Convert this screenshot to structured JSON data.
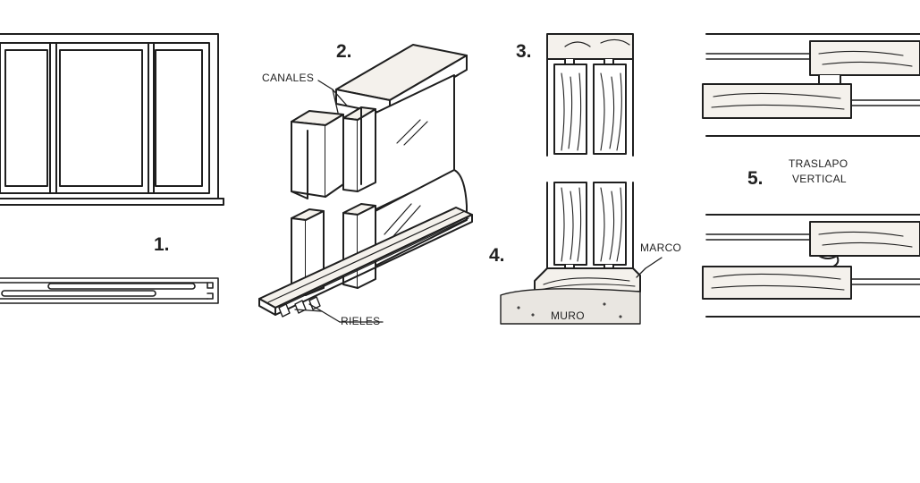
{
  "figures": {
    "f1": {
      "number": "1."
    },
    "f2": {
      "number": "2.",
      "label_canales": "CANALES",
      "label_rieles": "RIELES"
    },
    "f3": {
      "number": "3."
    },
    "f4": {
      "number": "4.",
      "label_marco": "MARCO",
      "label_muro": "MURO"
    },
    "f5": {
      "number": "5.",
      "label_line1": "TRASLAPO",
      "label_line2": "VERTICAL"
    }
  },
  "colors": {
    "ink": "#1f1f1f",
    "wood_fill": "#f4f1ec",
    "wall_fill": "#e9e6e1"
  }
}
